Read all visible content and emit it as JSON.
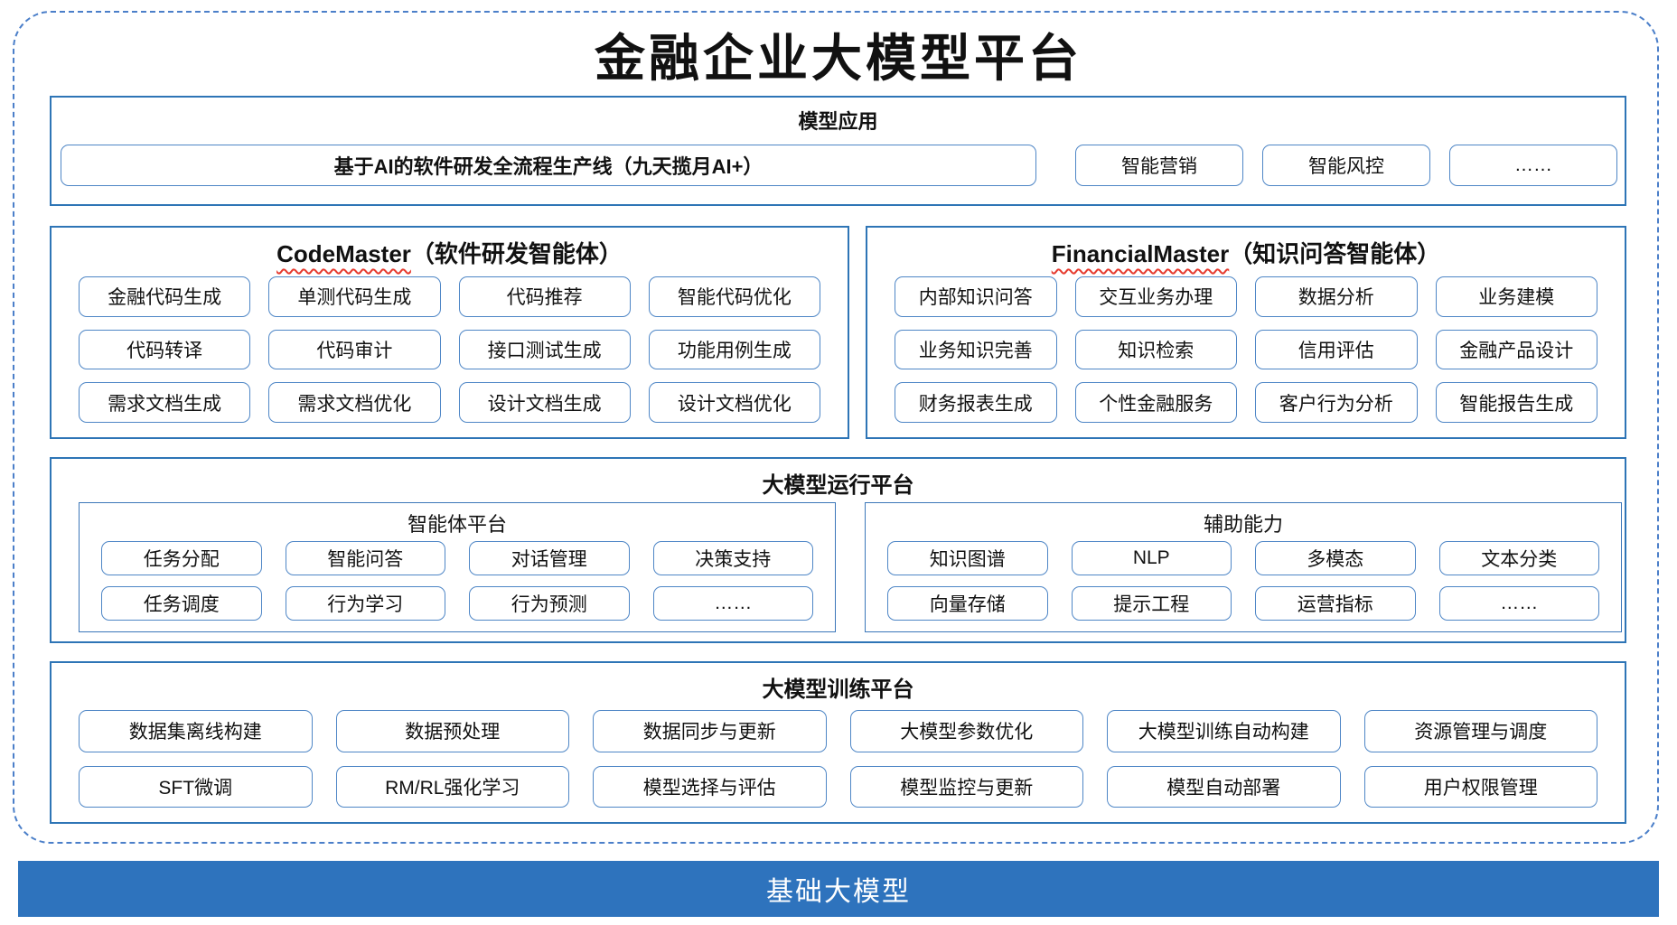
{
  "title": "金融企业大模型平台",
  "colors": {
    "panel_border": "#2e75b6",
    "node_border": "#4e86c6",
    "dashed_border": "#4b7fc9",
    "foundation_bar_bg": "#2e73bd",
    "foundation_bar_text": "#ffffff",
    "squiggle": "#e63a2e",
    "text": "#111111"
  },
  "model_app": {
    "heading": "模型应用",
    "main_button": "基于AI的软件研发全流程生产线（九天揽月AI+）",
    "buttons": [
      "智能营销",
      "智能风控",
      "……"
    ]
  },
  "code_master": {
    "heading_en": "CodeMaster",
    "heading_zh": "（软件研发智能体）",
    "buttons": [
      "金融代码生成",
      "单测代码生成",
      "代码推荐",
      "智能代码优化",
      "代码转译",
      "代码审计",
      "接口测试生成",
      "功能用例生成",
      "需求文档生成",
      "需求文档优化",
      "设计文档生成",
      "设计文档优化"
    ]
  },
  "financial_master": {
    "heading_en": "FinancialMaster",
    "heading_zh": "（知识问答智能体）",
    "buttons": [
      "内部知识问答",
      "交互业务办理",
      "数据分析",
      "业务建模",
      "业务知识完善",
      "知识检索",
      "信用评估",
      "金融产品设计",
      "财务报表生成",
      "个性金融服务",
      "客户行为分析",
      "智能报告生成"
    ]
  },
  "runtime_platform": {
    "heading": "大模型运行平台",
    "agent_platform": {
      "heading": "智能体平台",
      "buttons": [
        "任务分配",
        "智能问答",
        "对话管理",
        "决策支持",
        "任务调度",
        "行为学习",
        "行为预测",
        "……"
      ]
    },
    "auxiliary": {
      "heading": "辅助能力",
      "buttons": [
        "知识图谱",
        "NLP",
        "多模态",
        "文本分类",
        "向量存储",
        "提示工程",
        "运营指标",
        "……"
      ]
    }
  },
  "training_platform": {
    "heading": "大模型训练平台",
    "buttons": [
      "数据集离线构建",
      "数据预处理",
      "数据同步与更新",
      "大模型参数优化",
      "大模型训练自动构建",
      "资源管理与调度",
      "SFT微调",
      "RM/RL强化学习",
      "模型选择与评估",
      "模型监控与更新",
      "模型自动部署",
      "用户权限管理"
    ]
  },
  "foundation_bar": "基础大模型"
}
